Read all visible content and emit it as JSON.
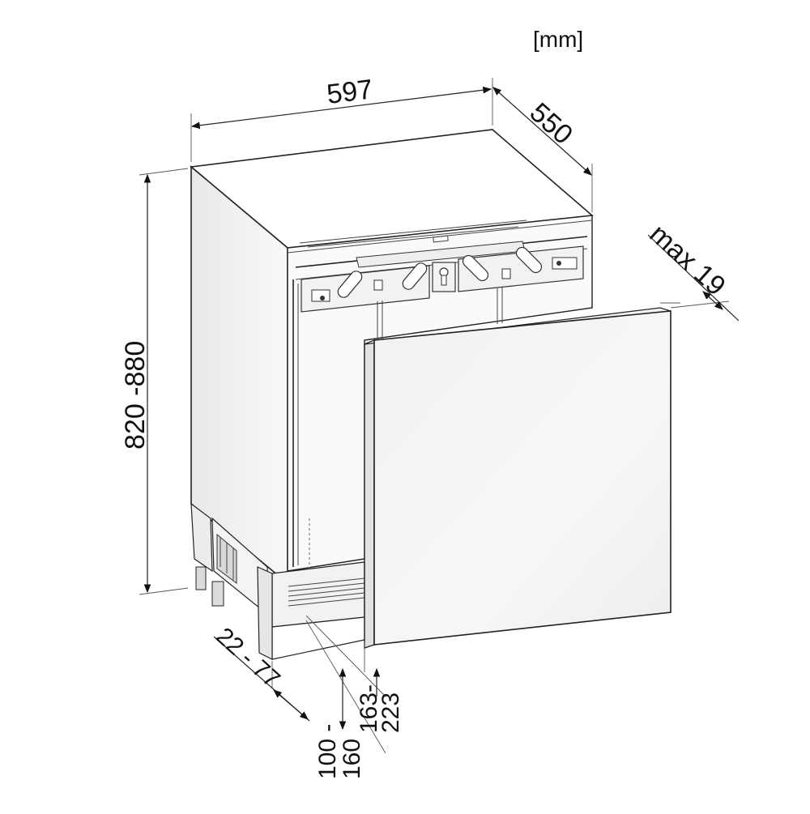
{
  "diagram": {
    "unit_label": "[mm]",
    "dimensions": {
      "width": "597",
      "depth": "550",
      "height": "820 -880",
      "panel_thickness": "max 19",
      "plinth_depth": "22 - 77",
      "plinth_height_upper": "163-",
      "plinth_height_lower": "223",
      "foot_height_upper": "100 -",
      "foot_height_lower": "160"
    }
  }
}
